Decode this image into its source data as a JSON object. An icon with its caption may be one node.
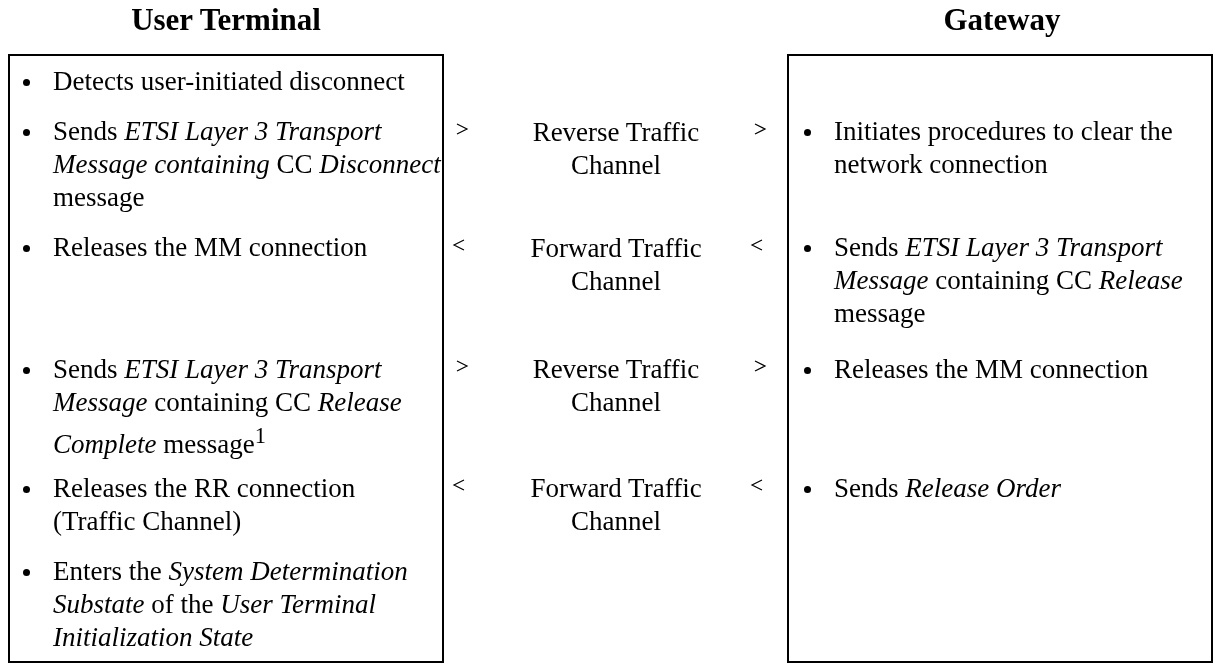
{
  "diagram": {
    "nodes": [
      {
        "text": [
          "User Terminal",
          "Detects user-initiated disconnect",
          "Sends *ETSI Layer 3 Transport Message containing* CC *Disconnect* message",
          "Releases the MM connection",
          "Sends *ETSI Layer 3 Transport Message* containing CC *Release Complete* message$^{1}$",
          "Releases the RR connection (Traffic Channel)",
          "Enters the *System Determination Substate* of the *User Terminal Initialization State*"
        ]
      },
      {
        "text": [
          "Gateway",
          "Initiates procedures to clear the network connection",
          "Sends *ETSI Layer 3 Transport Message* containing CC *Release* message",
          "Releases the MM connection",
          "Sends *Release Order*"
        ]
      }
    ],
    "edges": [
      {
        "from": 0,
        "to": 1,
        "arrow": "to",
        "label": "Reverse Traffic Channel"
      },
      {
        "from": 1,
        "to": 0,
        "arrow": "to",
        "label": "Forward Traffic Channel"
      },
      {
        "from": 0,
        "to": 1,
        "arrow": "to",
        "label": "Reverse Traffic Channel"
      },
      {
        "from": 1,
        "to": 0,
        "arrow": "to",
        "label": "Forward Traffic Channel"
      }
    ]
  }
}
